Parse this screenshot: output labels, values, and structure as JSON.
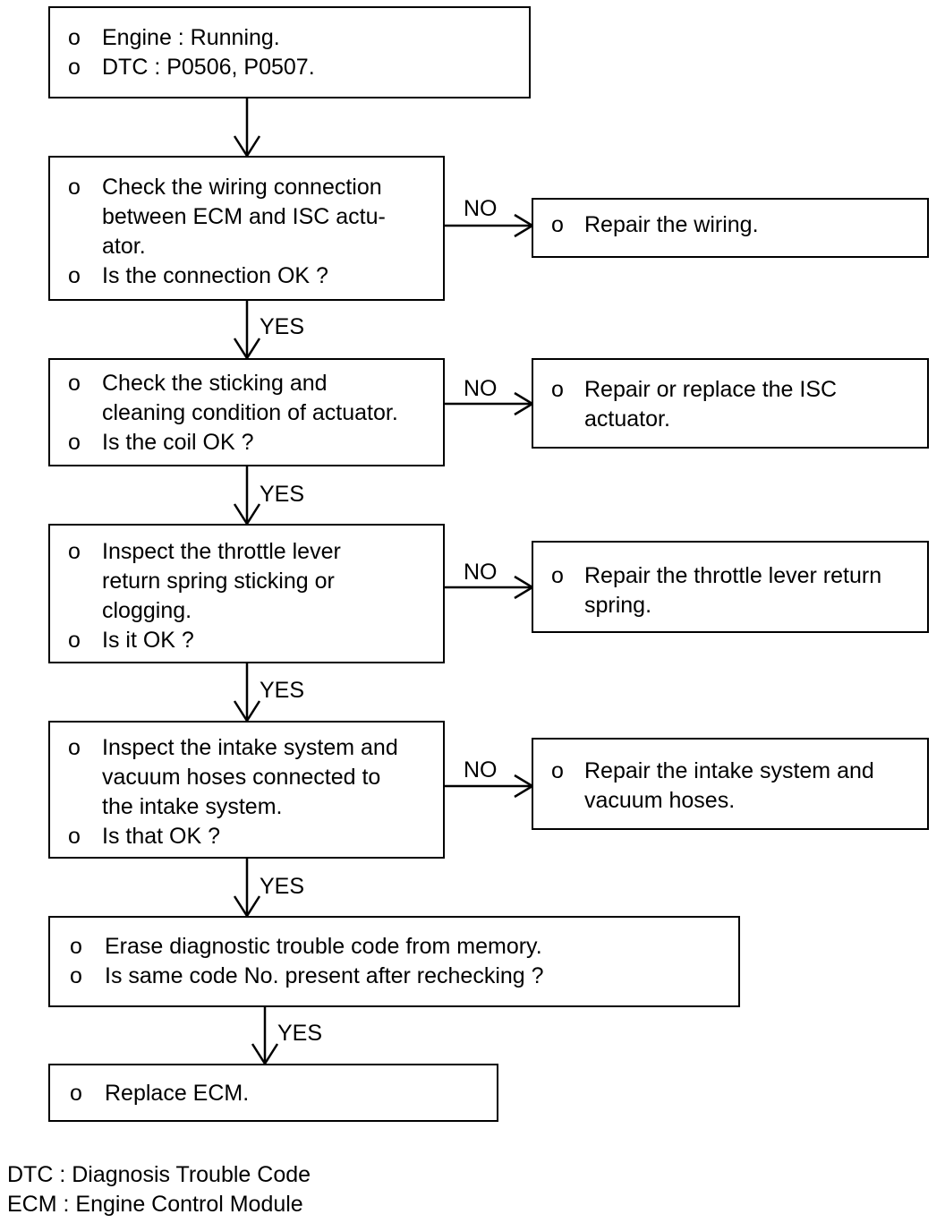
{
  "steps": [
    {
      "bullets": [
        {
          "marker": "o",
          "lines": [
            "Engine : Running."
          ]
        },
        {
          "marker": "o",
          "lines": [
            "DTC : P0506, P0507."
          ]
        }
      ]
    },
    {
      "bullets": [
        {
          "marker": "o",
          "lines": [
            "Check the wiring connection",
            "between ECM and ISC actu-",
            "ator."
          ]
        },
        {
          "marker": "o",
          "lines": [
            "Is the connection OK ?"
          ]
        }
      ]
    },
    {
      "bullets": [
        {
          "marker": "o",
          "lines": [
            "Check the sticking and",
            "cleaning condition of actuator."
          ]
        },
        {
          "marker": "o",
          "lines": [
            "Is the coil OK ?"
          ]
        }
      ]
    },
    {
      "bullets": [
        {
          "marker": "o",
          "lines": [
            "Inspect the throttle lever",
            "return spring sticking or",
            "clogging."
          ]
        },
        {
          "marker": "o",
          "lines": [
            "Is it OK ?"
          ]
        }
      ]
    },
    {
      "bullets": [
        {
          "marker": "o",
          "lines": [
            "Inspect the intake system and",
            "vacuum hoses connected to",
            "the intake system."
          ]
        },
        {
          "marker": "o",
          "lines": [
            "Is that OK ?"
          ]
        }
      ]
    },
    {
      "bullets": [
        {
          "marker": "o",
          "lines": [
            "Erase diagnostic trouble code from memory."
          ]
        },
        {
          "marker": "o",
          "lines": [
            "Is same code No. present after rechecking ?"
          ]
        }
      ]
    },
    {
      "bullets": [
        {
          "marker": "o",
          "lines": [
            "Replace ECM."
          ]
        }
      ]
    }
  ],
  "remedies": [
    {
      "marker": "o",
      "lines": [
        "Repair the wiring."
      ]
    },
    {
      "marker": "o",
      "lines": [
        "Repair or replace the ISC",
        "actuator."
      ]
    },
    {
      "marker": "o",
      "lines": [
        "Repair the throttle lever return",
        "spring."
      ]
    },
    {
      "marker": "o",
      "lines": [
        "Repair the intake system and",
        "vacuum hoses."
      ]
    }
  ],
  "edge_labels": {
    "yes": [
      "YES",
      "YES",
      "YES",
      "YES",
      "YES"
    ],
    "no": [
      "NO",
      "NO",
      "NO",
      "NO"
    ]
  },
  "legend": [
    "DTC : Diagnosis Trouble Code",
    "ECM : Engine Control Module"
  ]
}
